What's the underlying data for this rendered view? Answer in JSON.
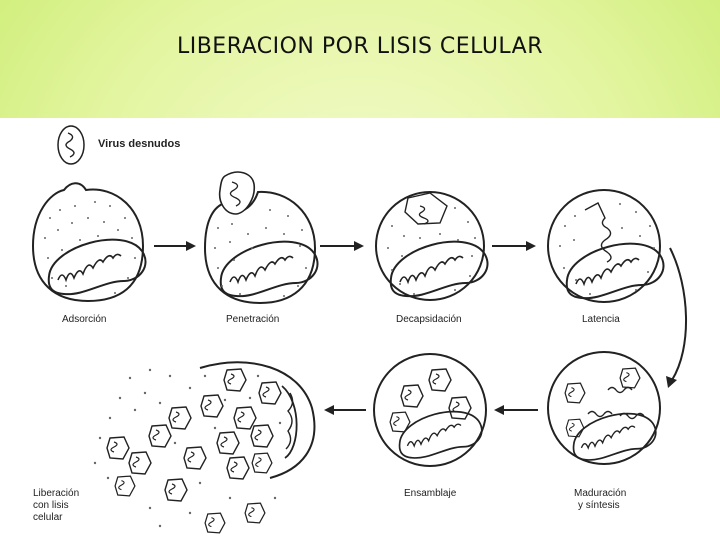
{
  "slide": {
    "title": "LIBERACION POR LISIS CELULAR"
  },
  "diagram": {
    "legend": "Virus desnudos",
    "stages": {
      "adsorcion": "Adsorción",
      "penetracion": "Penetración",
      "decapsidacion": "Decapsidación",
      "latencia": "Latencia",
      "maduracion_1": "Maduración",
      "maduracion_2": "y síntesis",
      "ensamblaje": "Ensamblaje",
      "liberacion_1": "Liberación",
      "liberacion_2": "con lisis",
      "liberacion_3": "celular"
    }
  }
}
